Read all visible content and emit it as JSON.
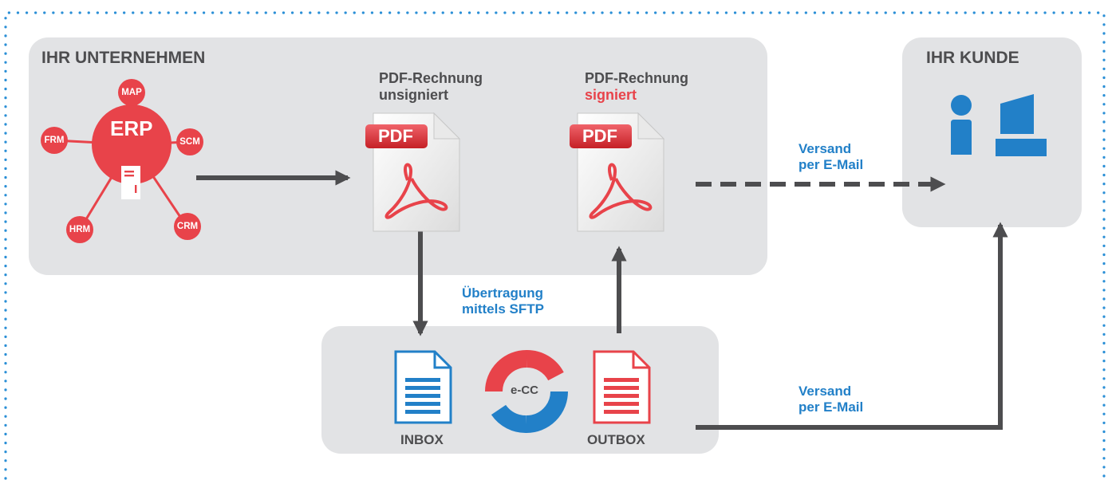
{
  "company": {
    "title": "IHR UNTERNEHMEN",
    "erp_label": "ERP",
    "modules": {
      "map": "MAP",
      "scm": "SCM",
      "crm": "CRM",
      "hrm": "HRM",
      "frm": "FRM"
    }
  },
  "customer": {
    "title": "IHR KUNDE"
  },
  "pdf_unsigned": {
    "line1": "PDF-Rechnung",
    "line2": "unsigniert",
    "badge": "PDF"
  },
  "pdf_signed": {
    "line1": "PDF-Rechnung",
    "line2": "signiert",
    "badge": "PDF"
  },
  "transfer": {
    "line1": "Übertragung",
    "line2": "mittels SFTP"
  },
  "shipping_top": {
    "line1": "Versand",
    "line2": "per E-Mail"
  },
  "shipping_bottom": {
    "line1": "Versand",
    "line2": "per E-Mail"
  },
  "ecc": {
    "logo_text": "e-CC",
    "inbox": "INBOX",
    "outbox": "OUTBOX"
  },
  "colors": {
    "red": "#e8434a",
    "blue": "#2280c8",
    "gray_panel": "#e2e3e5",
    "arrow": "#4d4d4f"
  }
}
